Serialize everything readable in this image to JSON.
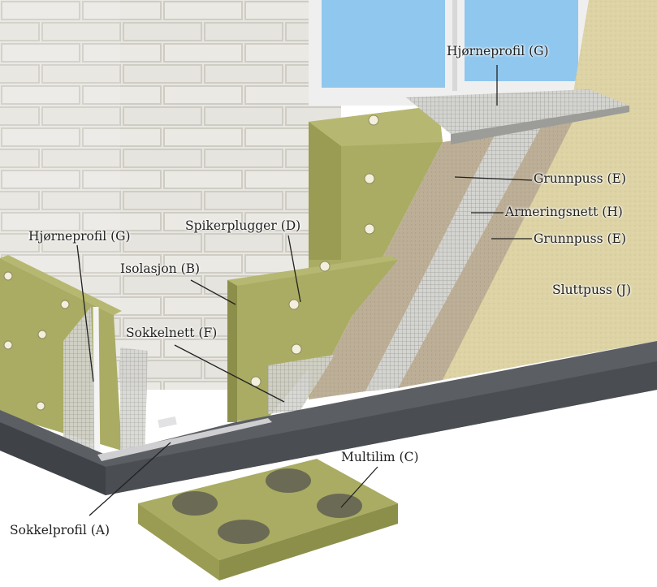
{
  "labels": {
    "corner_profile_top": "Hjørneprofil (G)",
    "base_render_1": "Grunnpuss (E)",
    "reinforcement_mesh": "Armeringsnett (H)",
    "base_render_2": "Grunnpuss (E)",
    "nail_plugs": "Spikerplugger (D)",
    "corner_profile_left": "Hjørneprofil (G)",
    "insulation": "Isolasjon (B)",
    "finish_render": "Sluttpuss (J)",
    "base_mesh": "Sokkelnett (F)",
    "adhesive": "Multilim (C)",
    "base_profile": "Sokkelprofil (A)"
  },
  "colors": {
    "insulation": "#a9ac62",
    "insulation_dark": "#8c8f4a",
    "brick": "#e8e6e1",
    "mortar": "#cfccc4",
    "render": "#ddd3a5",
    "base_render": "#bcae96",
    "mesh": "#cfcfcf",
    "plinth": "#4a4d52",
    "glass": "#8fc7ee",
    "adhesive": "#6b6a55"
  }
}
